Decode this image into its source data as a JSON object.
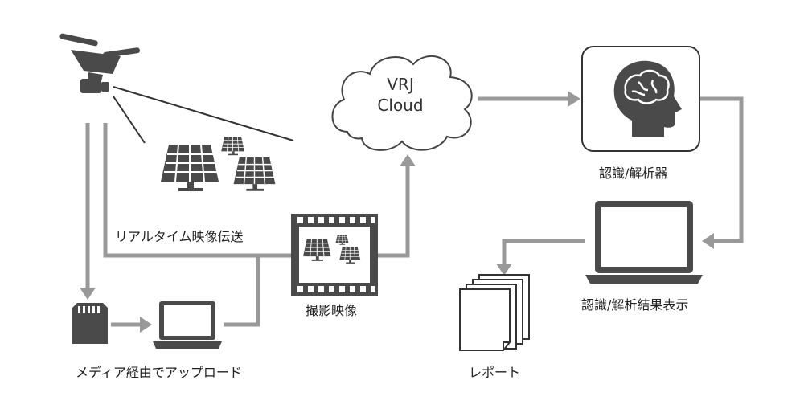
{
  "cloud": {
    "line1": "VRJ",
    "line2": "Cloud"
  },
  "labels": {
    "realtime": "リアルタイム映像伝送",
    "footage": "撮影映像",
    "media_upload": "メディア経由でアップロード",
    "analyzer": "認識/解析器",
    "result_display": "認識/解析結果表示",
    "report": "レポート"
  },
  "icons": [
    "drone-icon",
    "solar-panel-icon",
    "film-strip-icon",
    "sd-card-icon",
    "laptop-icon",
    "cloud-icon",
    "brain-head-icon",
    "documents-icon"
  ],
  "colors": {
    "arrow": "#999999",
    "icon": "#4a4a4a",
    "line": "#333333"
  }
}
